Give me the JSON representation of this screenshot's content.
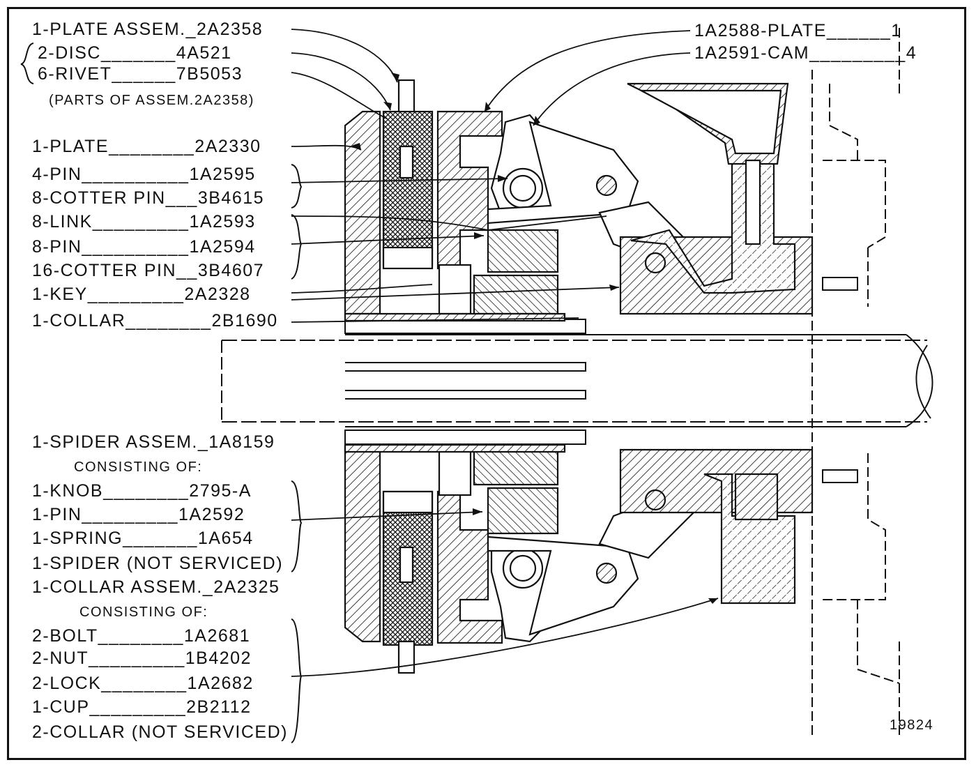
{
  "left_top": [
    {
      "text": "1-PLATE ASSEM._2A2358"
    },
    {
      "text": "2-DISC_______4A521"
    },
    {
      "text": "6-RIVET______7B5053"
    },
    {
      "text": "(PARTS OF ASSEM.2A2358)"
    }
  ],
  "left_mid": [
    {
      "text": "1-PLATE________2A2330"
    },
    {
      "text": "4-PIN__________1A2595"
    },
    {
      "text": "8-COTTER PIN___3B4615"
    },
    {
      "text": "8-LINK_________1A2593"
    },
    {
      "text": "8-PIN__________1A2594"
    },
    {
      "text": "16-COTTER PIN__3B4607"
    },
    {
      "text": "1-KEY_________2A2328"
    },
    {
      "text": "1-COLLAR________2B1690"
    }
  ],
  "right_top": [
    {
      "text": "1A2588-PLATE______1"
    },
    {
      "text": "1A2591-CAM_________4"
    }
  ],
  "spider": {
    "title": "1-SPIDER ASSEM._1A8159",
    "consisting": "CONSISTING OF:",
    "items": [
      {
        "text": "1-KNOB________2795-A"
      },
      {
        "text": "1-PIN_________1A2592"
      },
      {
        "text": "1-SPRING_______1A654"
      },
      {
        "text": "1-SPIDER (NOT SERVICED)"
      }
    ]
  },
  "collar": {
    "title": "1-COLLAR ASSEM._2A2325",
    "consisting": "CONSISTING OF:",
    "items": [
      {
        "text": "2-BOLT________1A2681"
      },
      {
        "text": "2-NUT_________1B4202"
      },
      {
        "text": "2-LOCK________1A2682"
      },
      {
        "text": "1-CUP_________2B2112"
      },
      {
        "text": "2-COLLAR (NOT SERVICED)"
      }
    ]
  },
  "figure_number": "19824"
}
